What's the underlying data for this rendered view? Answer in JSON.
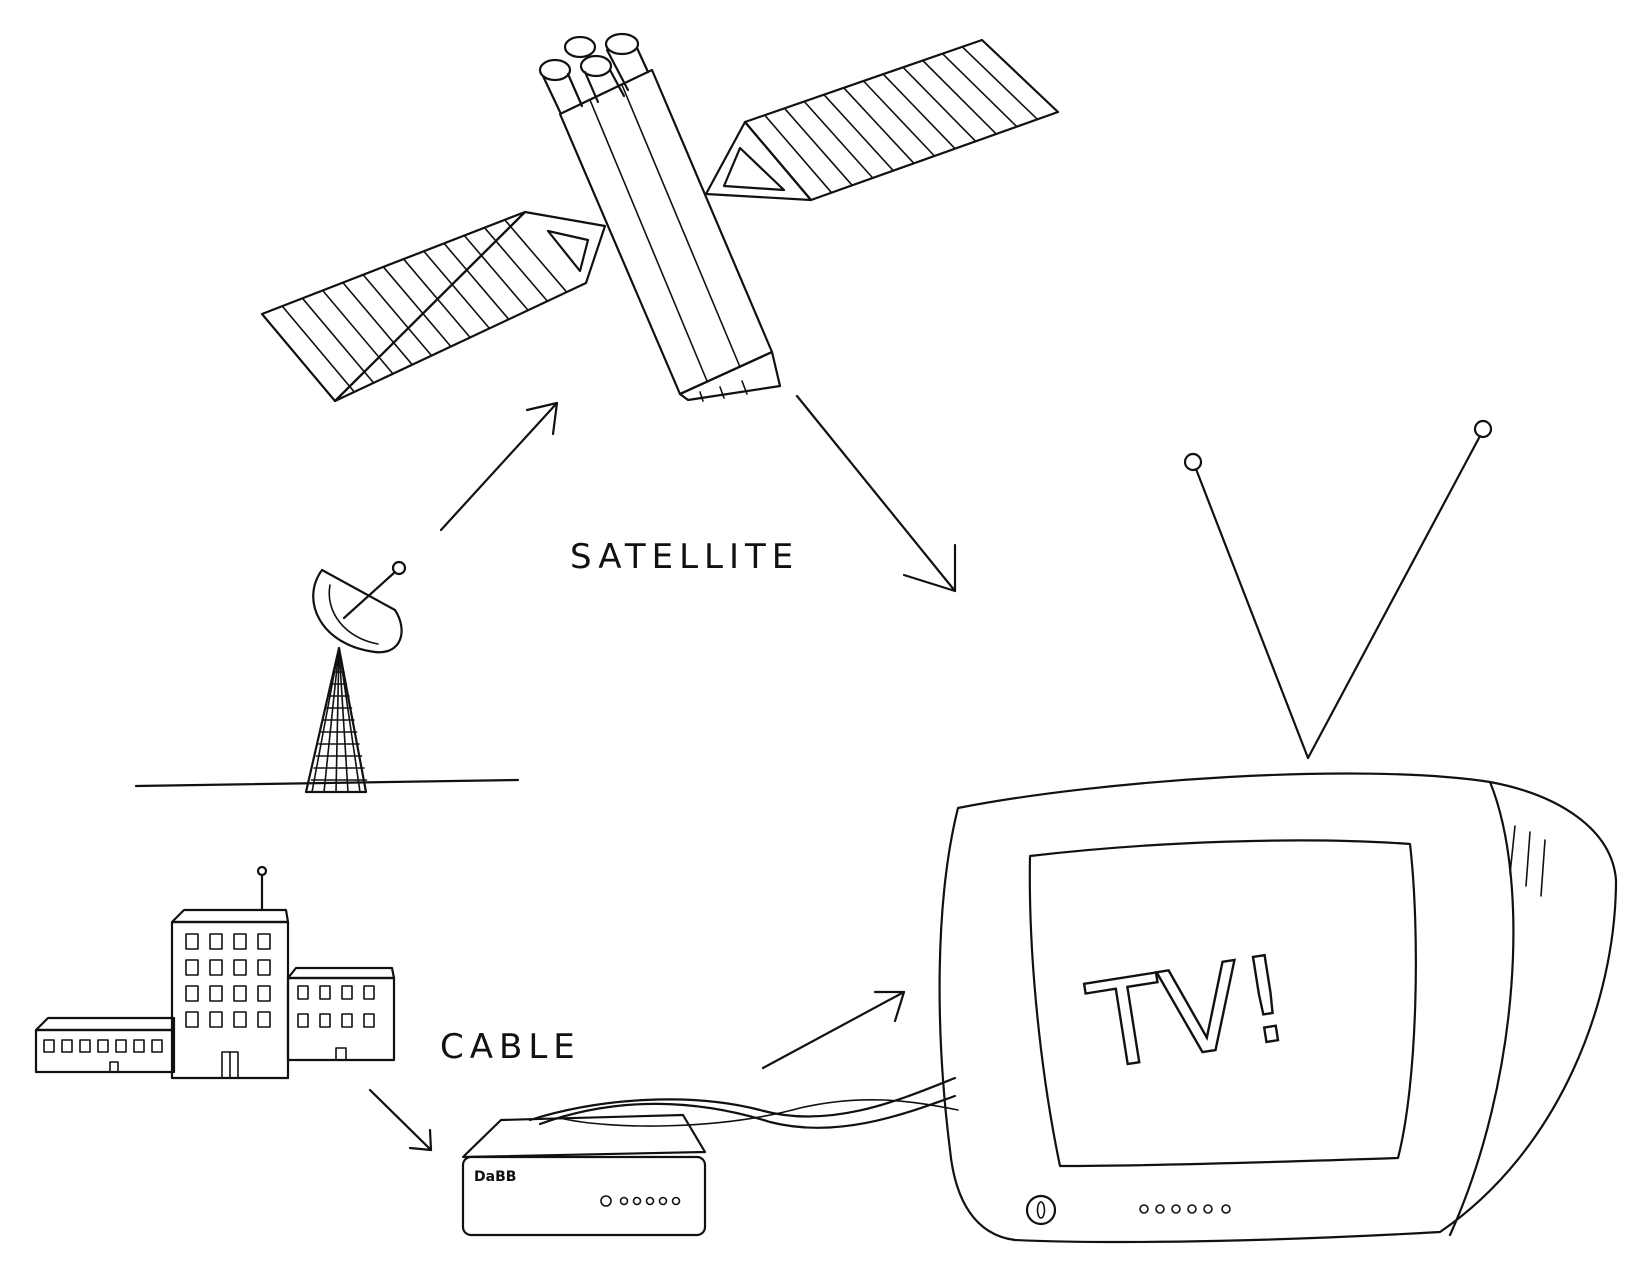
{
  "labels": {
    "satellite": "SATELLITE",
    "cable": "CABLE"
  },
  "tv": {
    "screen_text": "TV!"
  },
  "receiver": {
    "brand": "DaBB"
  },
  "colors": {
    "ink": "#111111",
    "paper": "#ffffff"
  }
}
